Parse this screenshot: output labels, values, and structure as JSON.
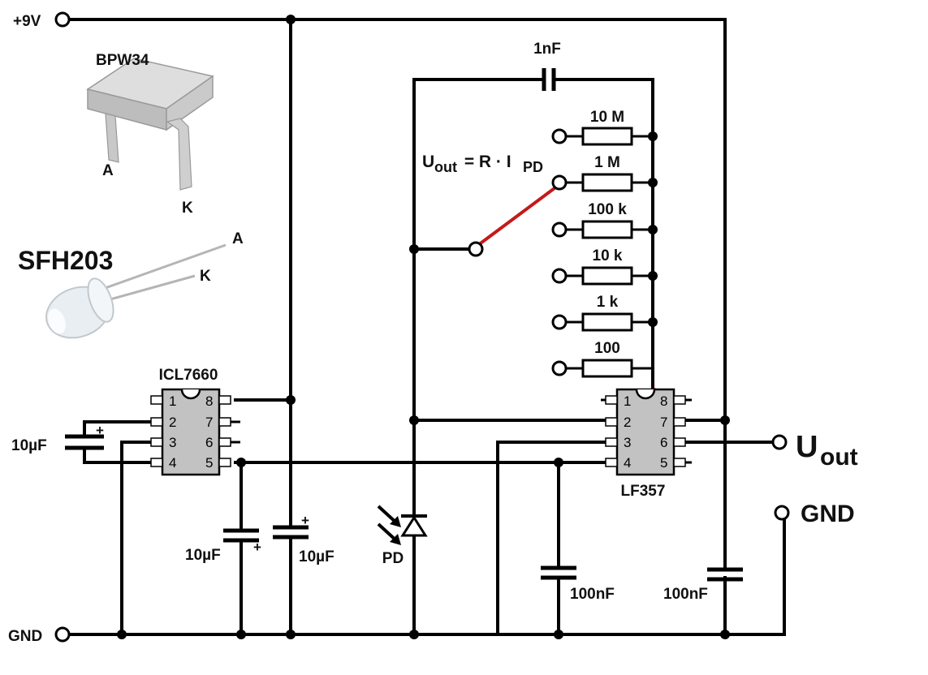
{
  "rails": {
    "vplus": "+9V",
    "gnd_left": "GND"
  },
  "components": {
    "bpw34": {
      "name": "BPW34",
      "pin_a": "A",
      "pin_k": "K"
    },
    "sfh203": {
      "name": "SFH203",
      "pin_a": "A",
      "pin_k": "K"
    },
    "icl7660": {
      "name": "ICL7660",
      "pins": [
        "1",
        "2",
        "3",
        "4",
        "5",
        "6",
        "7",
        "8"
      ]
    },
    "lf357": {
      "name": "LF357",
      "pins": [
        "1",
        "2",
        "3",
        "4",
        "5",
        "6",
        "7",
        "8"
      ]
    },
    "photodiode": {
      "name": "PD"
    }
  },
  "capacitors": {
    "feedback": "1nF",
    "pump": "10µF",
    "neg_supply": "10µF",
    "pos_supply": "10µF",
    "decouple_a": "100nF",
    "decouple_b": "100nF",
    "polarity": "+"
  },
  "resistors": [
    "10 M",
    "1 M",
    "100 k",
    "10 k",
    "1 k",
    "100"
  ],
  "formula": {
    "main": "U",
    "main_sub": "out",
    "rhs": " = R · I",
    "rhs_sub": "PD"
  },
  "outputs": {
    "uout_main": "U",
    "uout_sub": "out",
    "gnd": "GND"
  }
}
